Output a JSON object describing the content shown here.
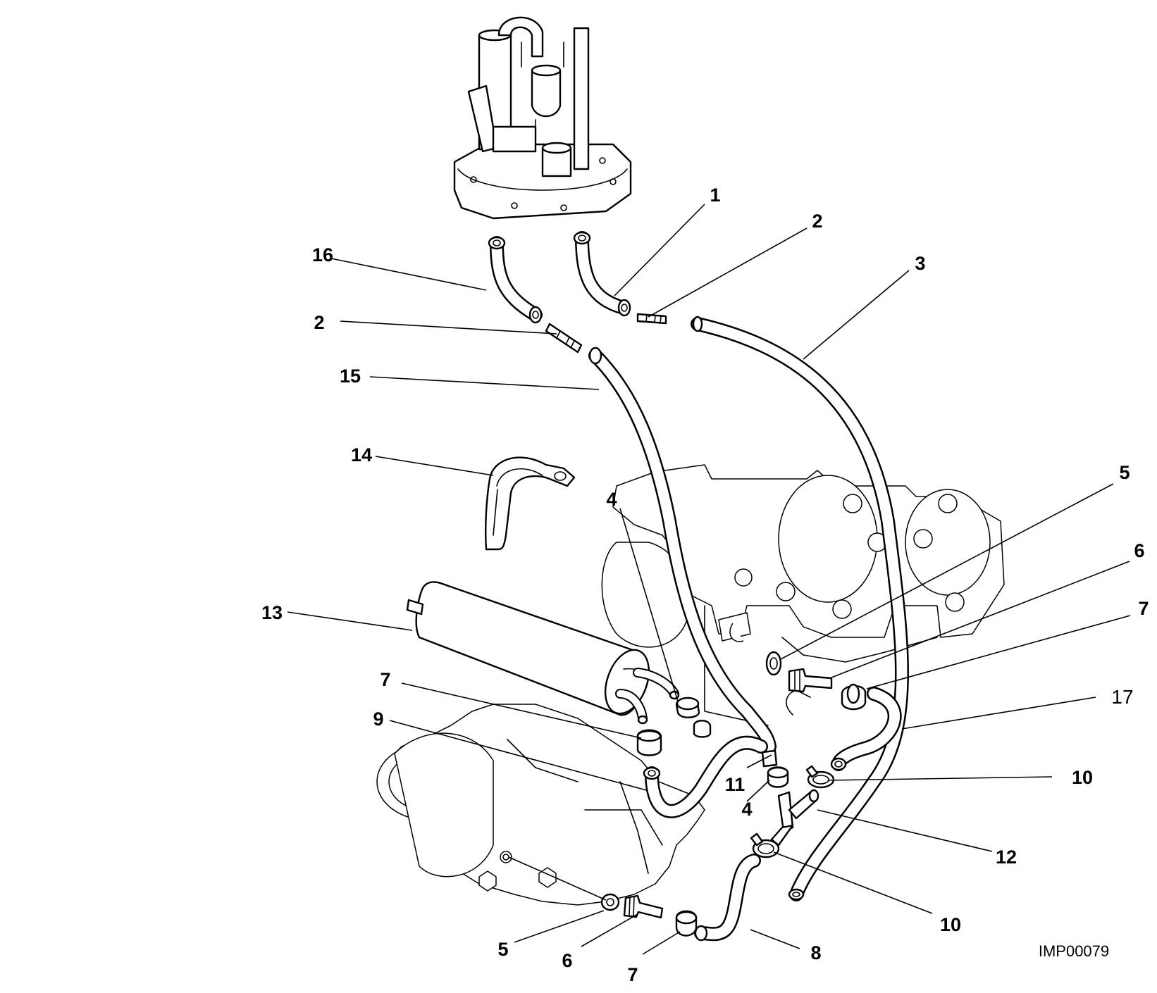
{
  "callouts": [
    {
      "id": "c1",
      "label": "1"
    },
    {
      "id": "c2a",
      "label": "2"
    },
    {
      "id": "c2b",
      "label": "2"
    },
    {
      "id": "c3",
      "label": "3"
    },
    {
      "id": "c4a",
      "label": "4"
    },
    {
      "id": "c4b",
      "label": "4"
    },
    {
      "id": "c5a",
      "label": "5"
    },
    {
      "id": "c5b",
      "label": "5"
    },
    {
      "id": "c6a",
      "label": "6"
    },
    {
      "id": "c6b",
      "label": "6"
    },
    {
      "id": "c7a",
      "label": "7"
    },
    {
      "id": "c7b",
      "label": "7"
    },
    {
      "id": "c7c",
      "label": "7"
    },
    {
      "id": "c8",
      "label": "8"
    },
    {
      "id": "c9",
      "label": "9"
    },
    {
      "id": "c10a",
      "label": "10"
    },
    {
      "id": "c10b",
      "label": "10"
    },
    {
      "id": "c11",
      "label": "11"
    },
    {
      "id": "c12",
      "label": "12"
    },
    {
      "id": "c13",
      "label": "13"
    },
    {
      "id": "c14",
      "label": "14"
    },
    {
      "id": "c15",
      "label": "15"
    },
    {
      "id": "c16",
      "label": "16"
    },
    {
      "id": "c17",
      "label": "17"
    }
  ],
  "reference_code": "IMP00079"
}
